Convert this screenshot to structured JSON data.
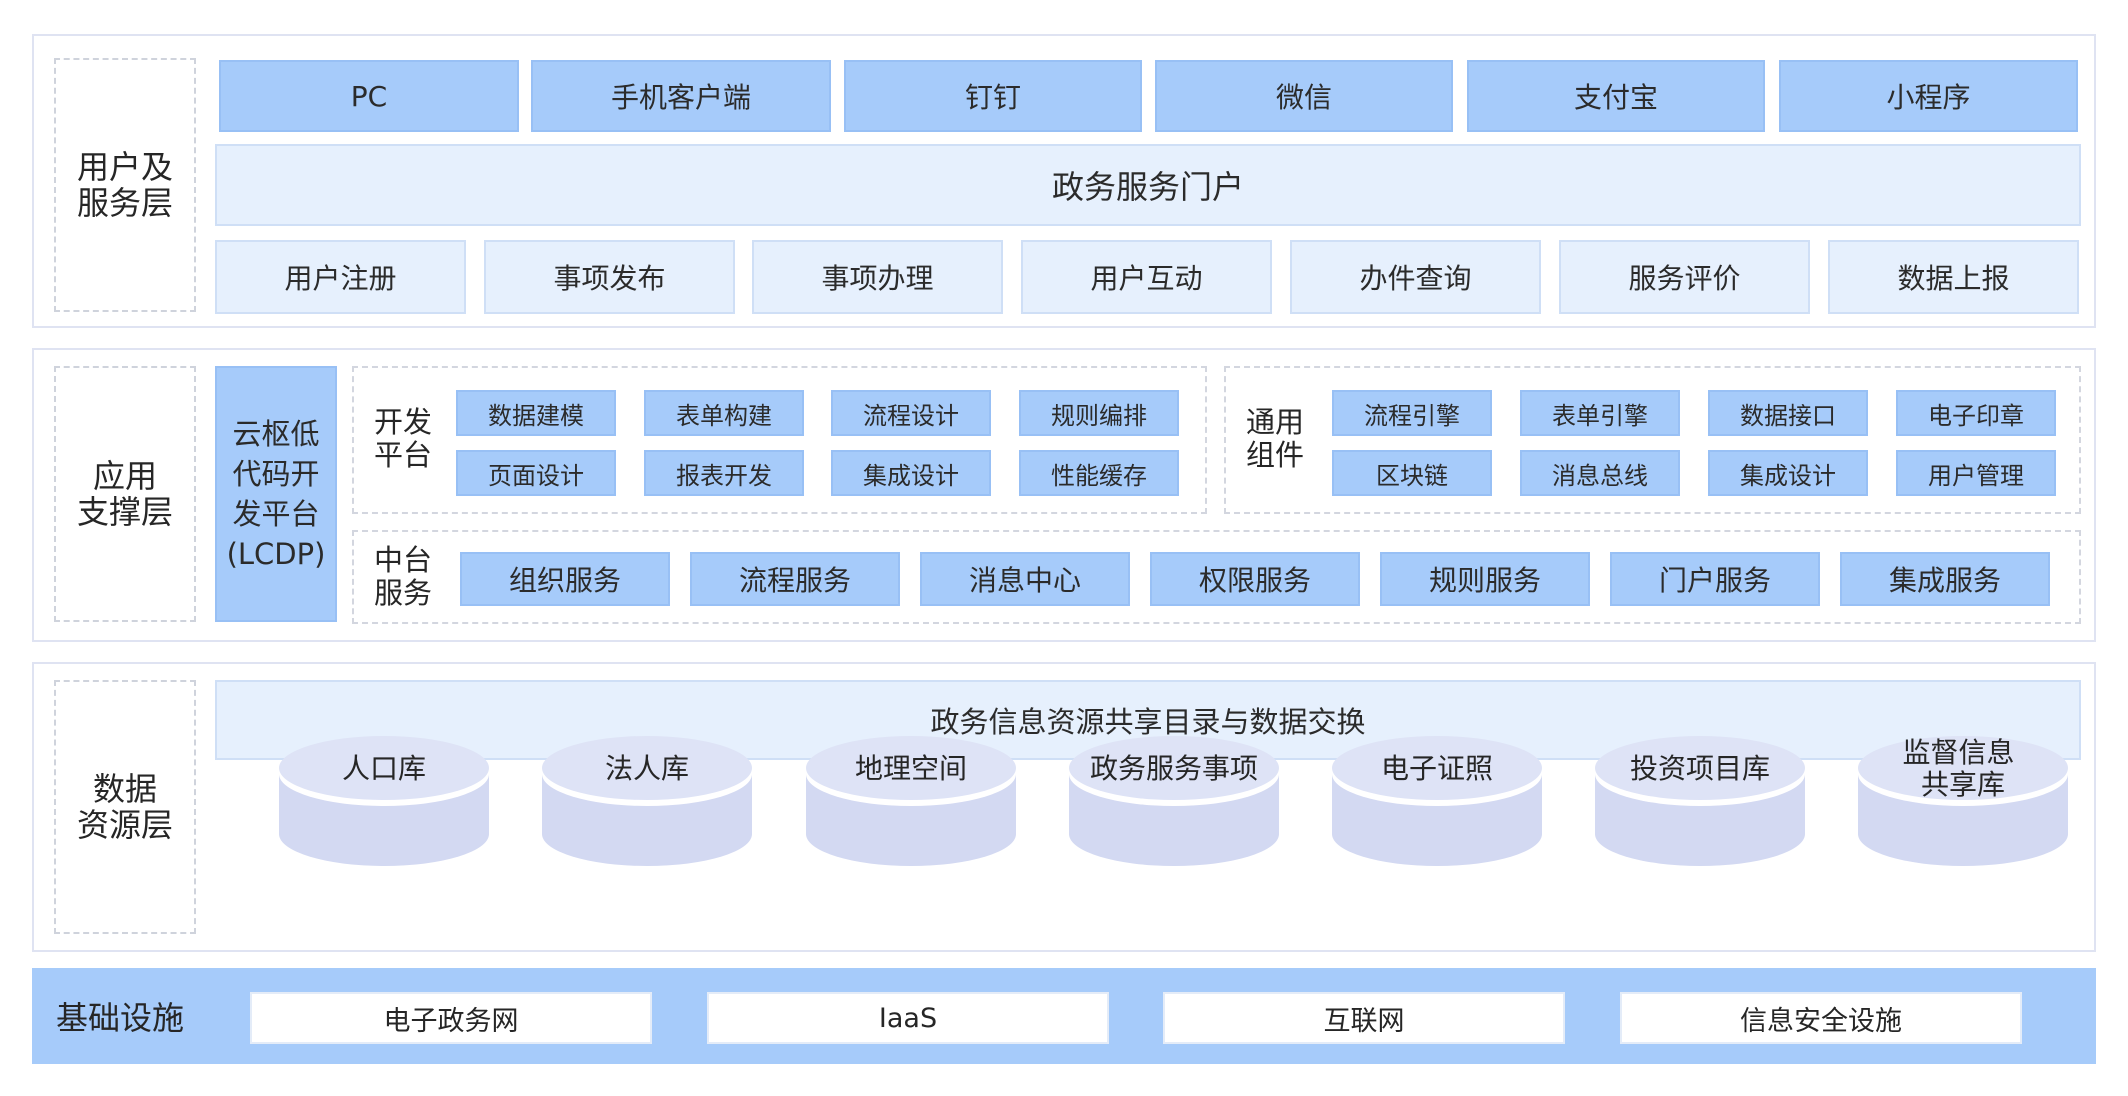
{
  "user_layer": {
    "label": "用户及\n服务层",
    "channels": [
      "PC",
      "手机客户端",
      "钉钉",
      "微信",
      "支付宝",
      "小程序"
    ],
    "portal": "政务服务门户",
    "functions": [
      "用户注册",
      "事项发布",
      "事项办理",
      "用户互动",
      "办件查询",
      "服务评价",
      "数据上报"
    ]
  },
  "app_layer": {
    "label": "应用\n支撑层",
    "platform": "云枢低\n代码开\n发平台\n(LCDP)",
    "dev_platform": {
      "label": "开发\n平台",
      "items": [
        "数据建模",
        "表单构建",
        "流程设计",
        "规则编排",
        "页面设计",
        "报表开发",
        "集成设计",
        "性能缓存"
      ]
    },
    "common_components": {
      "label": "通用\n组件",
      "items": [
        "流程引擎",
        "表单引擎",
        "数据接口",
        "电子印章",
        "区块链",
        "消息总线",
        "集成设计",
        "用户管理"
      ]
    },
    "middle_platform": {
      "label": "中台\n服务",
      "items": [
        "组织服务",
        "流程服务",
        "消息中心",
        "权限服务",
        "规则服务",
        "门户服务",
        "集成服务"
      ]
    }
  },
  "data_layer": {
    "label": "数据\n资源层",
    "exchange": "政务信息资源共享目录与数据交换",
    "databases": [
      "人口库",
      "法人库",
      "地理空间",
      "政务服务事项",
      "电子证照",
      "投资项目库",
      "监督信息\n共享库"
    ]
  },
  "infrastructure": {
    "label": "基础设施",
    "items": [
      "电子政务网",
      "IaaS",
      "互联网",
      "信息安全设施"
    ]
  },
  "colors": {
    "accent_blue": "#a6cbfa",
    "pale_blue": "#e6f0fd",
    "cylinder": "#d3d9f2",
    "cylinder_top": "#dee3f6"
  }
}
